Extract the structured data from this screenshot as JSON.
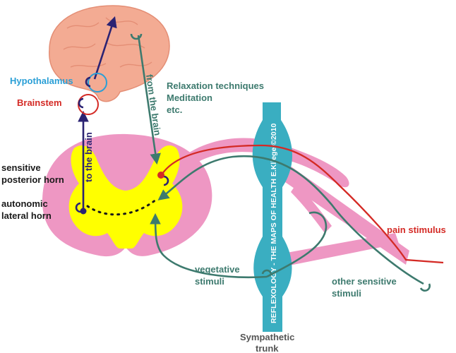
{
  "labels": {
    "hypothalamus": "Hypothalamus",
    "brainstem": "Brainstem",
    "relax_1": "Relaxation techniques",
    "relax_2": "Meditation",
    "relax_3": "etc.",
    "from_brain": "from the brain",
    "to_brain": "to the brain",
    "sensitive_1": "sensitive",
    "sensitive_2": "posterior horn",
    "autonomic_1": "autonomic",
    "autonomic_2": "lateral horn",
    "pain": "pain stimulus",
    "vegetative_1": "vegetative",
    "vegetative_2": "stimuli",
    "other_1": "other sensitive",
    "other_2": "stimuli",
    "sympathetic_1": "Sympathetic",
    "sympathetic_2": "trunk",
    "watermark": "REFLEXOLOGY - THE MAPS OF HEALTH  E.Kliegel©2010"
  },
  "colors": {
    "hypothalamus": "#2a9fd6",
    "brainstem": "#d42a25",
    "teal": "#3d7a6e",
    "navy": "#2b2373",
    "pain": "#d42a25",
    "body_text": "#1a1a1a",
    "brain": "#f3ab93",
    "cord": "#ee97c3",
    "grey_matter": "#ffff00",
    "trunk": "#3aaec1"
  }
}
